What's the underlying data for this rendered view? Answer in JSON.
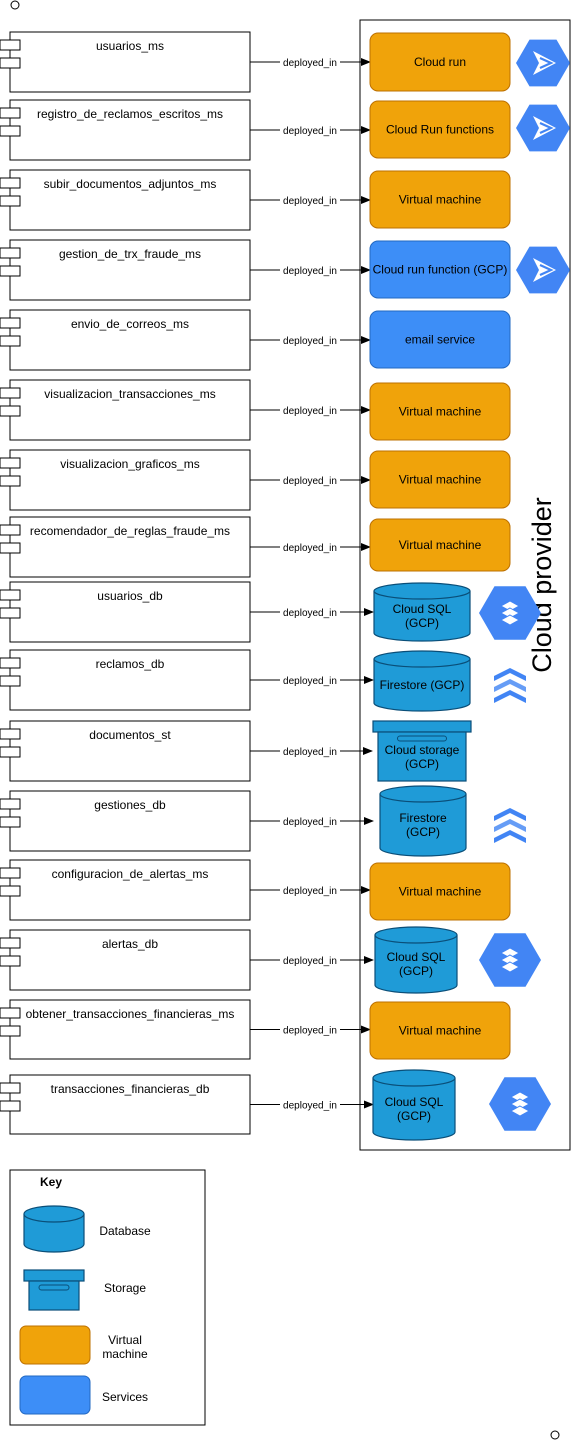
{
  "container_label": "Cloud provider",
  "edge_label": "deployed_in",
  "colors": {
    "vm": "#f0a30a",
    "vm_border": "#bd7000",
    "service": "#3d8ef7",
    "service_border": "#2268c2",
    "db": "#1f9bd7",
    "db_border": "#0a4e78",
    "gcp_icon": "#4285f4"
  },
  "rows": [
    {
      "component": "usuarios_ms",
      "target": {
        "kind": "vm",
        "lines": [
          "Cloud run"
        ]
      },
      "icon": "cloud-run-icon"
    },
    {
      "component": "registro_de_reclamos_escritos_ms",
      "target": {
        "kind": "vm",
        "lines": [
          "Cloud Run functions"
        ]
      },
      "icon": "cloud-run-icon"
    },
    {
      "component": "subir_documentos_adjuntos_ms",
      "target": {
        "kind": "vm",
        "lines": [
          "Virtual machine"
        ]
      },
      "icon": ""
    },
    {
      "component": "gestion_de_trx_fraude_ms",
      "target": {
        "kind": "service",
        "lines": [
          "Cloud run function (GCP)"
        ]
      },
      "icon": "cloud-run-icon"
    },
    {
      "component": "envio_de_correos_ms",
      "target": {
        "kind": "service",
        "lines": [
          "email service"
        ]
      },
      "icon": ""
    },
    {
      "component": "visualizacion_transacciones_ms",
      "target": {
        "kind": "vm",
        "lines": [
          "Virtual machine"
        ]
      },
      "icon": ""
    },
    {
      "component": "visualizacion_graficos_ms",
      "target": {
        "kind": "vm",
        "lines": [
          "Virtual machine"
        ]
      },
      "icon": ""
    },
    {
      "component": "recomendador_de_reglas_fraude_ms",
      "target": {
        "kind": "vm",
        "lines": [
          "Virtual machine"
        ]
      },
      "icon": ""
    },
    {
      "component": "usuarios_db",
      "target": {
        "kind": "db",
        "lines": [
          "Cloud SQL",
          "(GCP)"
        ]
      },
      "icon": "cloud-sql-icon"
    },
    {
      "component": "reclamos_db",
      "target": {
        "kind": "db",
        "lines": [
          "Firestore (GCP)"
        ]
      },
      "icon": "firestore-icon"
    },
    {
      "component": "documentos_st",
      "target": {
        "kind": "storage",
        "lines": [
          "Cloud storage",
          "(GCP)"
        ]
      },
      "icon": ""
    },
    {
      "component": "gestiones_db",
      "target": {
        "kind": "db",
        "lines": [
          "Firestore",
          "(GCP)"
        ]
      },
      "icon": "firestore-icon"
    },
    {
      "component": "configuracion_de_alertas_ms",
      "target": {
        "kind": "vm",
        "lines": [
          "Virtual machine"
        ]
      },
      "icon": ""
    },
    {
      "component": "alertas_db",
      "target": {
        "kind": "db",
        "lines": [
          "Cloud SQL",
          "(GCP)"
        ]
      },
      "icon": "cloud-sql-icon"
    },
    {
      "component": "obtener_transacciones_financieras_ms",
      "target": {
        "kind": "vm",
        "lines": [
          "Virtual machine"
        ]
      },
      "icon": ""
    },
    {
      "component": "transacciones_financieras_db",
      "target": {
        "kind": "db",
        "lines": [
          "Cloud SQL",
          "(GCP)"
        ]
      },
      "icon": "cloud-sql-icon"
    }
  ],
  "key": {
    "title": "Key",
    "items": [
      {
        "kind": "db",
        "lines": [
          "Database"
        ]
      },
      {
        "kind": "storage",
        "lines": [
          "Storage"
        ]
      },
      {
        "kind": "vm",
        "lines": [
          "Virtual",
          "machine"
        ]
      },
      {
        "kind": "service",
        "lines": [
          "Services"
        ]
      }
    ]
  }
}
